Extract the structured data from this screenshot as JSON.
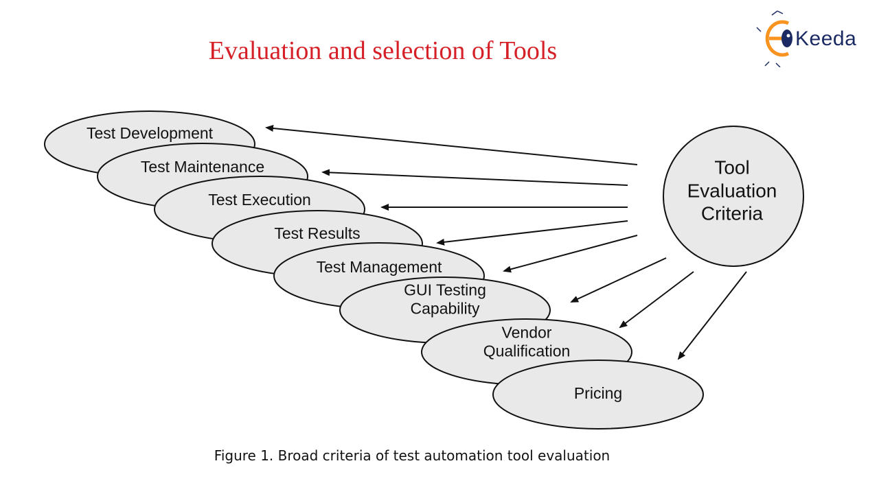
{
  "slide": {
    "title": "Evaluation and selection of Tools",
    "caption": "Figure 1. Broad criteria of test automation tool evaluation"
  },
  "logo": {
    "text": "Keeda",
    "brand_letter": "E",
    "colors": {
      "orange": "#f7931e",
      "navy": "#1b2a63"
    }
  },
  "diagram": {
    "hub": {
      "lines": [
        "Tool",
        "Evaluation",
        "Criteria"
      ]
    },
    "criteria": [
      {
        "lines": [
          "Test Development"
        ]
      },
      {
        "lines": [
          "Test Maintenance"
        ]
      },
      {
        "lines": [
          "Test Execution"
        ]
      },
      {
        "lines": [
          "Test Results"
        ]
      },
      {
        "lines": [
          "Test Management"
        ]
      },
      {
        "lines": [
          "GUI Testing",
          "Capability"
        ]
      },
      {
        "lines": [
          "Vendor",
          "Qualification"
        ]
      },
      {
        "lines": [
          "Pricing"
        ]
      }
    ],
    "colors": {
      "fill": "#e9e9e9",
      "stroke": "#111111",
      "title": "#d62027"
    }
  }
}
